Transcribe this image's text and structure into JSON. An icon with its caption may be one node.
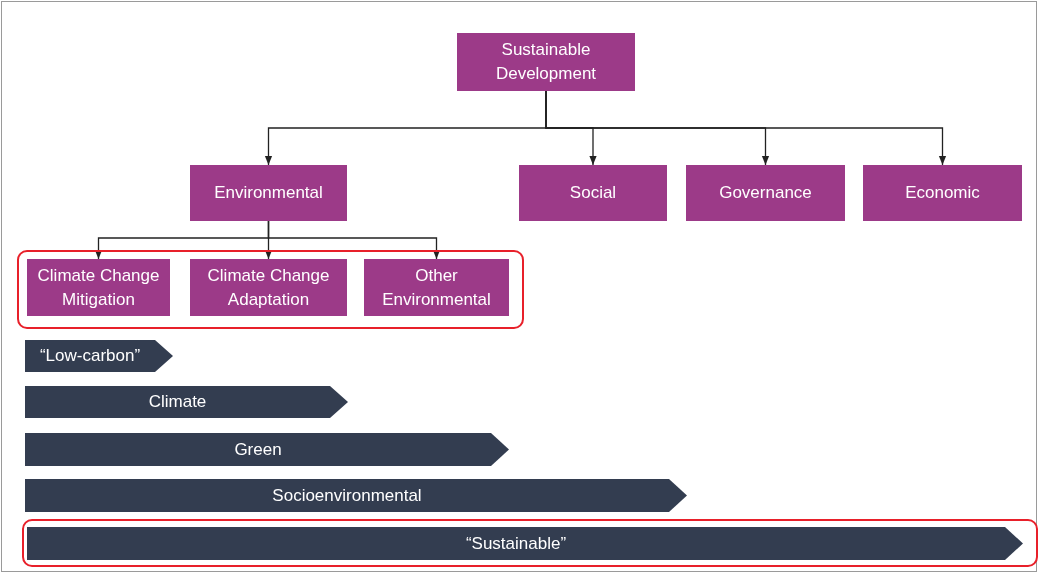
{
  "diagram": {
    "nodes": [
      {
        "text": [
          "Sustainable Development"
        ]
      },
      {
        "text": [
          "Environmental"
        ]
      },
      {
        "text": [
          "Social"
        ]
      },
      {
        "text": [
          "Governance"
        ]
      },
      {
        "text": [
          "Economic"
        ]
      },
      {
        "text": [],
        "shape": "box"
      },
      {
        "text": [
          "Climate Change Mitigation"
        ],
        "in": 5
      },
      {
        "text": [
          "Climate Change Adaptation"
        ],
        "in": 5
      },
      {
        "text": [
          "Other Environmental"
        ],
        "in": 5
      },
      {
        "text": [
          "“Low-carbon”"
        ]
      },
      {
        "text": [
          "Climate"
        ]
      },
      {
        "text": [
          "Green"
        ]
      },
      {
        "text": [
          "Socioenvironmental"
        ]
      },
      {
        "text": [],
        "shape": "box"
      },
      {
        "text": [
          "“Sustainable”"
        ],
        "in": 13
      }
    ],
    "edges": [
      {
        "from": 0,
        "to": 1,
        "arrow": "to"
      },
      {
        "from": 0,
        "to": 2,
        "arrow": "to"
      },
      {
        "from": 0,
        "to": 3,
        "arrow": "to"
      },
      {
        "from": 0,
        "to": 4,
        "arrow": "to"
      },
      {
        "from": 1,
        "to": 6,
        "arrow": "to"
      },
      {
        "from": 1,
        "to": 7,
        "arrow": "to"
      },
      {
        "from": 1,
        "to": 8,
        "arrow": "to"
      }
    ]
  }
}
